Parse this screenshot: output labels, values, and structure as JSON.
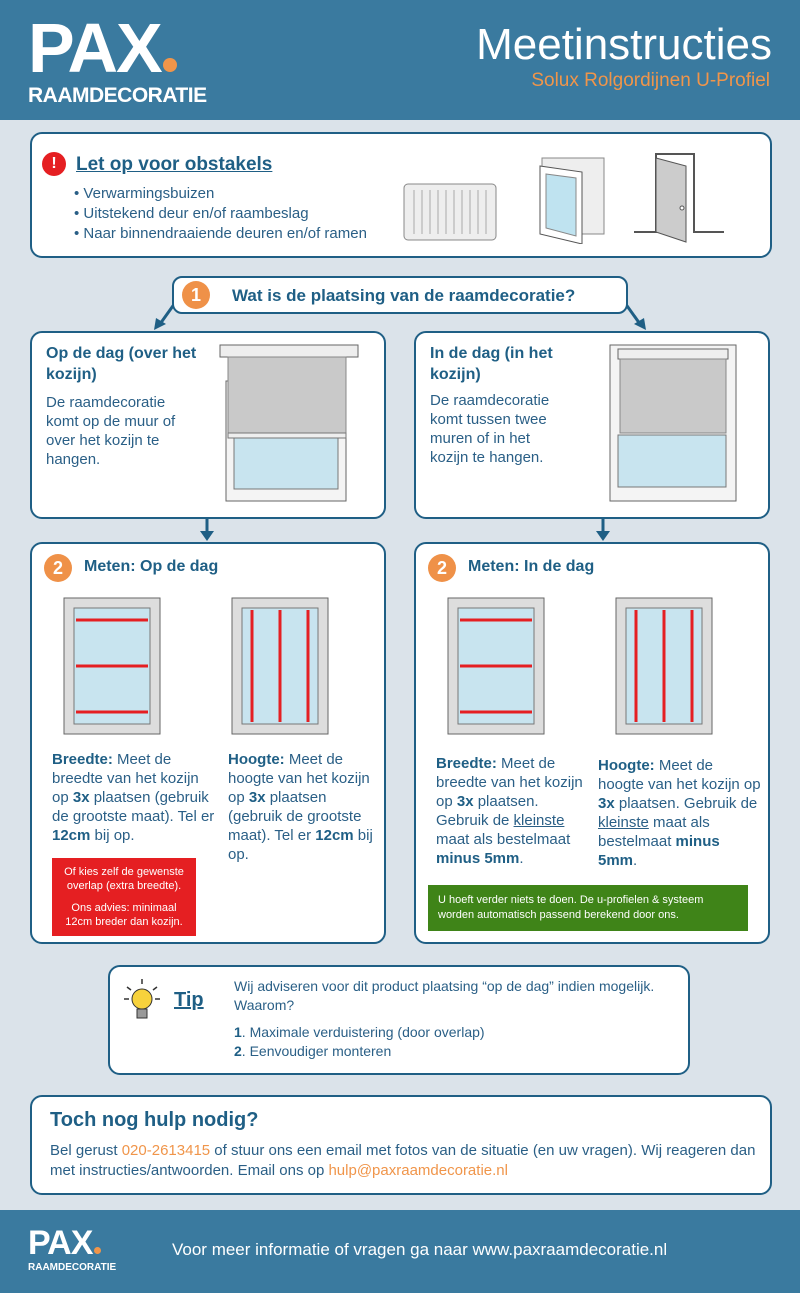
{
  "header": {
    "logo": "PAX",
    "logo_sub": "RAAMDECORATIE",
    "title": "Meetinstructies",
    "subtitle": "Solux Rolgordijnen U-Profiel"
  },
  "obstacles": {
    "icon": "exclamation-icon",
    "title": "Let op voor obstakels",
    "items": [
      "• Verwarmingsbuizen",
      "• Uitstekend deur en/of raambeslag",
      "• Naar binnendraaiende deuren en/of ramen"
    ]
  },
  "step1": {
    "number": "1",
    "question": "Wat is de plaatsing van de raamdecoratie?"
  },
  "op_de_dag": {
    "title": "Op de dag (over het kozijn)",
    "text": "De raamdecoratie komt op de muur of over het kozijn te hangen."
  },
  "in_de_dag": {
    "title": "In de dag (in het kozijn)",
    "text": "De raamdecoratie komt tussen twee muren of in het kozijn te hangen."
  },
  "measure_op": {
    "number": "2",
    "title": "Meten: Op de dag",
    "breedte": {
      "label": "Breedte:",
      "t1": " Meet de breedte van het kozijn op ",
      "b1": "3x",
      "t2": " plaatsen (gebruik de grootste maat). Tel er ",
      "b2": "12cm",
      "t3": " bij op."
    },
    "hoogte": {
      "label": "Hoogte:",
      "t1": " Meet de hoogte van het kozijn op ",
      "b1": "3x",
      "t2": " plaatsen (gebruik de grootste maat). Tel er ",
      "b2": "12cm",
      "t3": " bij op."
    },
    "red_note": [
      "Of kies zelf de gewenste overlap (extra breedte).",
      "Ons advies: minimaal 12cm breder dan kozijn."
    ]
  },
  "measure_in": {
    "number": "2",
    "title": "Meten: In de dag",
    "breedte": {
      "label": "Breedte:",
      "t1": " Meet de breedte van het kozijn op ",
      "b1": "3x",
      "t2": " plaatsen. Gebruik de ",
      "u": "kleinste",
      "t3": " maat als bestelmaat ",
      "b2": "minus 5mm",
      "t4": "."
    },
    "hoogte": {
      "label": "Hoogte:",
      "t1": " Meet de hoogte van het kozijn op ",
      "b1": "3x",
      "t2": " plaatsen. Gebruik de ",
      "u": "kleinste",
      "t3": " maat als bestelmaat ",
      "b2": "minus 5mm",
      "t4": "."
    },
    "green_note": "U hoeft verder niets te doen. De u-profielen & systeem worden automatisch passend berekend door ons."
  },
  "tip": {
    "label": "Tip",
    "text": "Wij adviseren voor dit product plaatsing “op de dag” indien mogelijk. Waarom?",
    "items": [
      {
        "n": "1",
        "t": ". Maximale verduistering (door overlap)"
      },
      {
        "n": "2",
        "t": ". Eenvoudiger monteren"
      }
    ]
  },
  "help": {
    "title": "Toch nog hulp nodig?",
    "t1": "Bel gerust ",
    "phone": "020-2613415",
    "t2": " of stuur ons een email met fotos van de situatie (en uw vragen). Wij reageren dan met instructies/antwoorden. Email ons op ",
    "email": "hulp@paxraamdecoratie.nl"
  },
  "footer": {
    "logo": "PAX",
    "logo_sub": "RAAMDECORATIE",
    "text": "Voor meer informatie of vragen ga naar www.paxraamdecoratie.nl"
  },
  "colors": {
    "header": "#3a7a9f",
    "accent": "#f0954a",
    "dark": "#1f5f85",
    "red": "#e51f22",
    "green": "#3f8418"
  }
}
